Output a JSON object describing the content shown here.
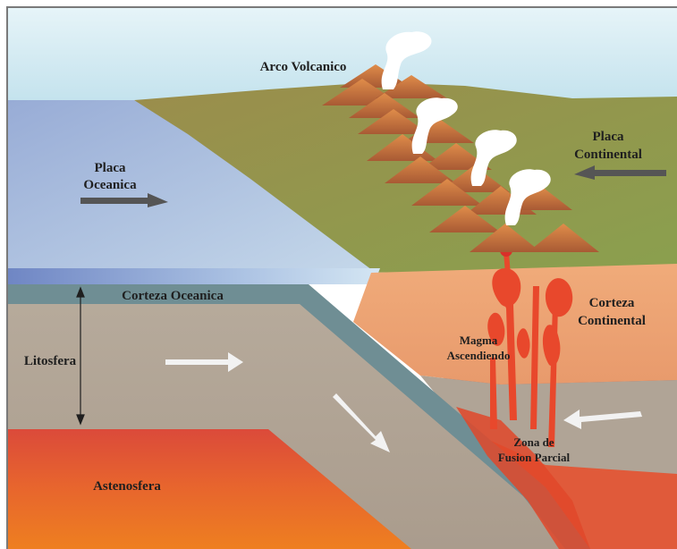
{
  "labels": {
    "arco_volcanico": "Arco Volcanico",
    "placa_oceanica_1": "Placa",
    "placa_oceanica_2": "Oceanica",
    "placa_continental_1": "Placa",
    "placa_continental_2": "Continental",
    "corteza_oceanica": "Corteza Oceanica",
    "litosfera": "Litosfera",
    "magma_1": "Magma",
    "magma_2": "Ascendiendo",
    "corteza_continental_1": "Corteza",
    "corteza_continental_2": "Continental",
    "zona_1": "Zona de",
    "zona_2": "Fusion Parcial",
    "astenosfera": "Astenosfera"
  },
  "colors": {
    "sky": "#c8e6f0",
    "ocean_plate": "#8ea6d2",
    "continental_plate": "#8c8a4a",
    "oceanic_crust": "#6f8e94",
    "lithosphere": "#b0a496",
    "asthenosphere": "#e0503a",
    "continental_crust": "#eaa070",
    "magma": "#e8482c",
    "arrow_white": "#f2f2f2",
    "arrow_dark": "#555555"
  }
}
